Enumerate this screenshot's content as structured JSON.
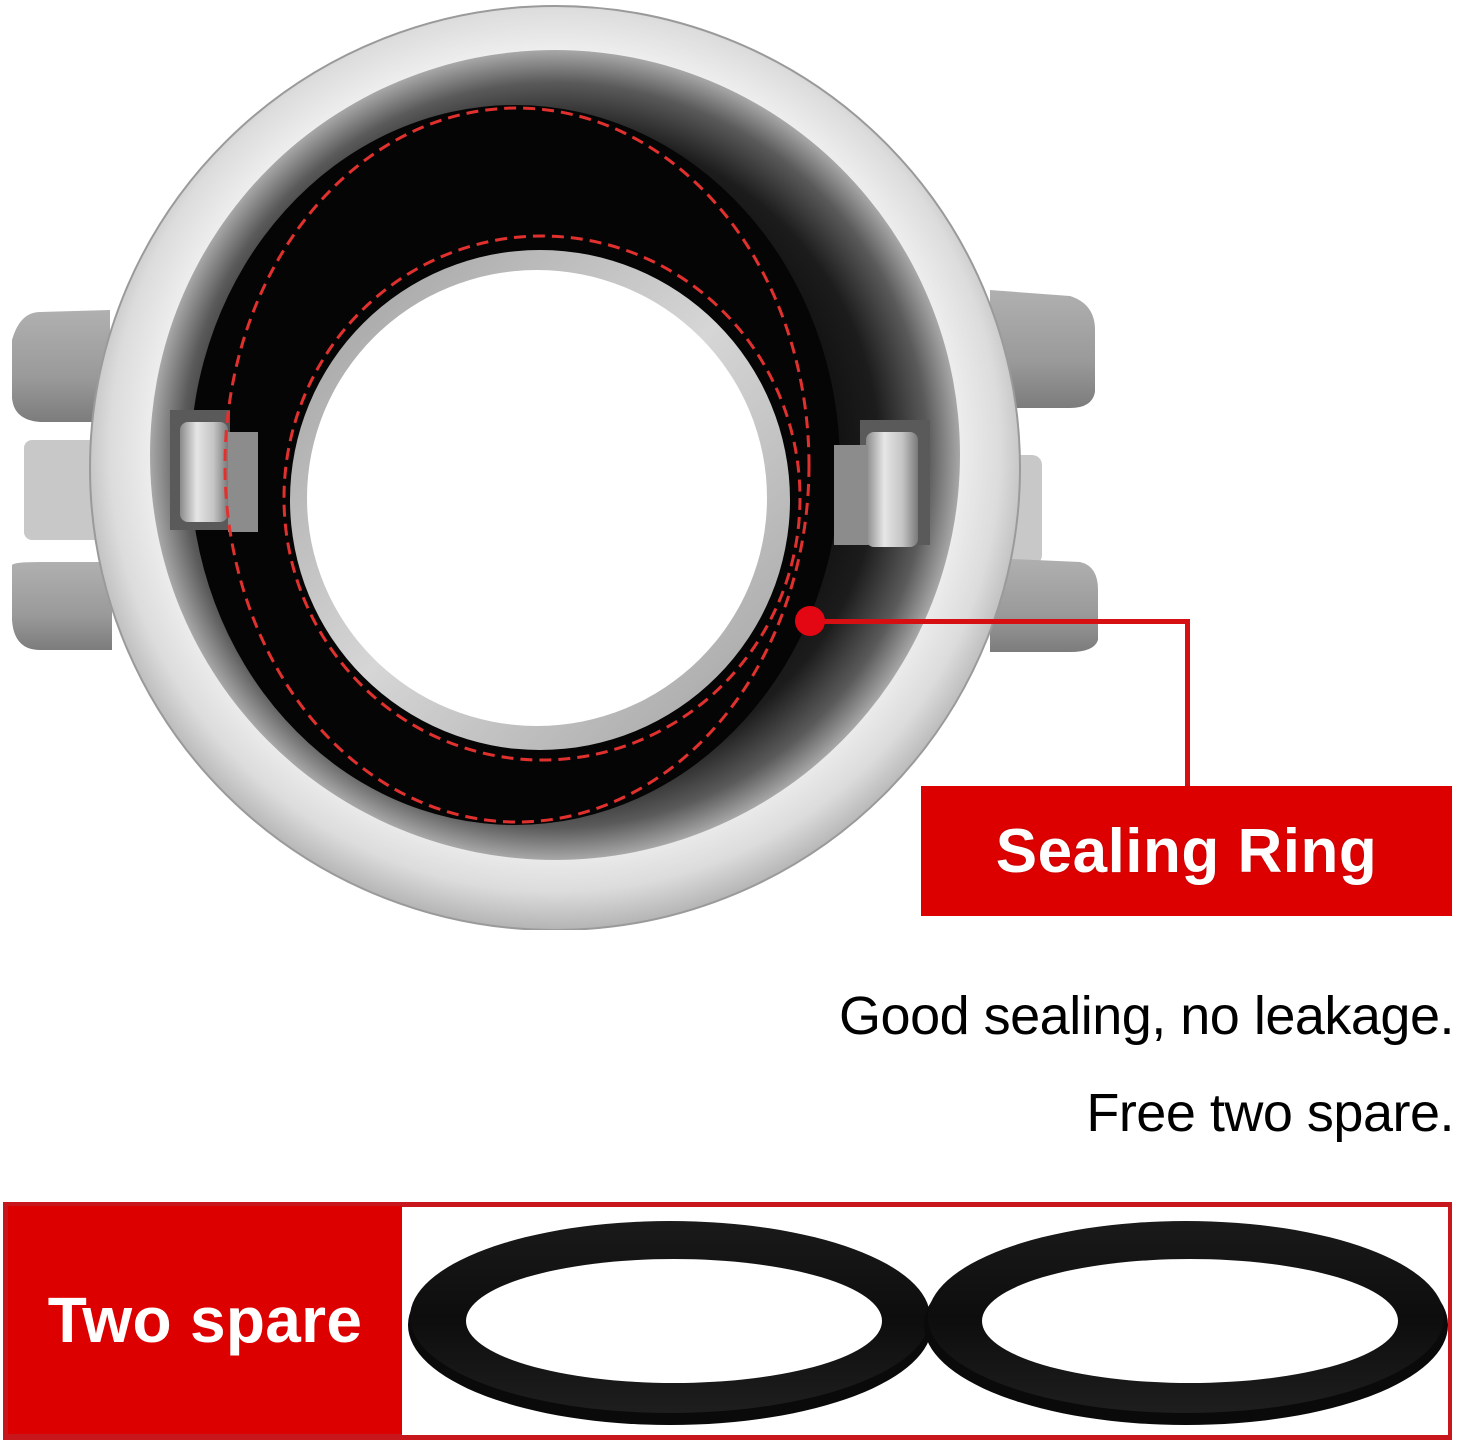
{
  "product": {
    "name": "Camlock hose coupling (top view)",
    "highlight": "sealing-ring-dashed-outline"
  },
  "callout": {
    "label": "Sealing Ring",
    "color": "#dc0000"
  },
  "description": {
    "lines": [
      "Good sealing, no leakage.",
      "Free two spare."
    ]
  },
  "spare_panel": {
    "label": "Two spare",
    "items": [
      {
        "name": "spare-gasket-1"
      },
      {
        "name": "spare-gasket-2"
      }
    ],
    "border_color": "#c8161d"
  },
  "colors": {
    "accent_red": "#dc0000",
    "dash_red": "#e0312f",
    "text": "#000000",
    "background": "#ffffff"
  }
}
